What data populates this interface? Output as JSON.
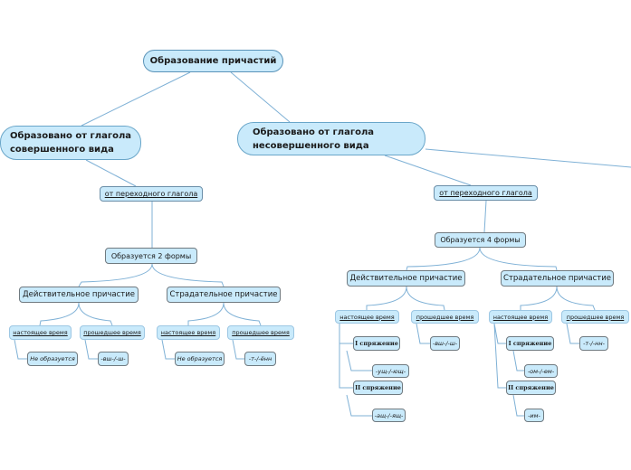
{
  "root": {
    "label": "Образование причастий"
  },
  "perfective": {
    "label": "Образовано от глагола совершенного вида",
    "transitive": {
      "label": "от переходного глагола",
      "forms": {
        "label": "Образуется 2 формы",
        "active": {
          "label": "Действительное причастие",
          "present": "настоящее время",
          "present_result": "Не образуется",
          "past": "прошедшее время",
          "past_result": "-вш-/-ш-"
        },
        "passive": {
          "label": "Страдательное причастие",
          "present": "настоящее время",
          "present_result": "Не образуется",
          "past": "прошедшее время",
          "past_result": "-т-/-ённ"
        }
      }
    }
  },
  "imperfective": {
    "label": "Образовано от глагола несовершенного вида",
    "transitive": {
      "label": "от переходного глагола",
      "forms": {
        "label": "Образуется 4 формы",
        "active": {
          "label": "Действительное причастие",
          "present": "настоящее время",
          "conj1": "I спряжение",
          "conj1_suffix": "-ущ-/-ющ-",
          "conj2": "II спряжение",
          "conj2_suffix": "-ащ-/-ящ-",
          "past": "прошедшее время",
          "past_result": "-вш-/-ш-"
        },
        "passive": {
          "label": "Страдательное причастие",
          "present": "настоящее время",
          "conj1": "I спряжение",
          "conj1_suffix": "-ом-/-ем-",
          "conj2": "II спряжение",
          "conj2_suffix": "-им-",
          "past": "прошедшее время",
          "past_result": "-т-/-нн-"
        }
      }
    }
  },
  "colors": {
    "node_fill": "#c9eafb",
    "link": "#7fb1d6"
  }
}
